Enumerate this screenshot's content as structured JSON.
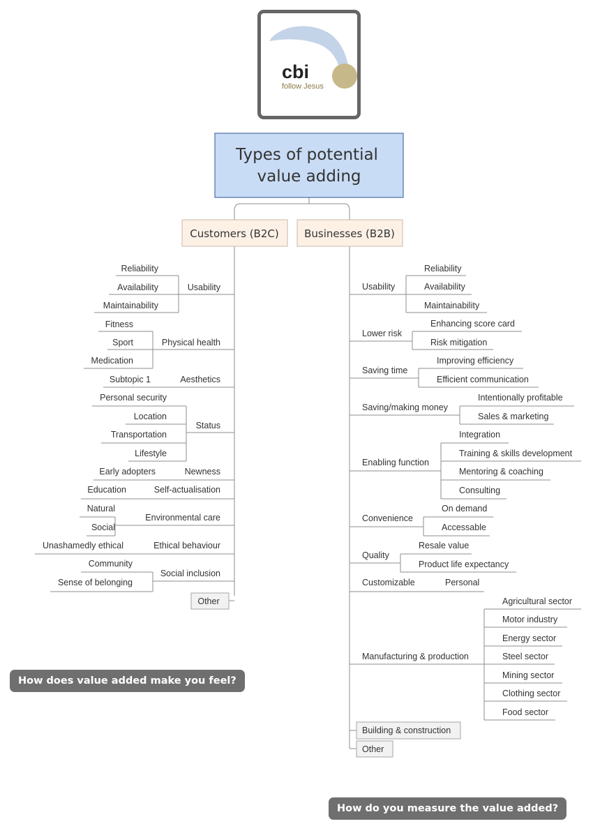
{
  "logo": {
    "brand": "cbi",
    "tagline": "follow Jesus"
  },
  "central_topic": {
    "line1": "Types of potential",
    "line2": "value adding"
  },
  "left_branch": {
    "label": "Customers (B2C)",
    "topics": [
      {
        "label": "Usability",
        "subs": [
          "Reliability",
          "Availability",
          "Maintainability"
        ]
      },
      {
        "label": "Physical health",
        "subs": [
          "Fitness",
          "Sport",
          "Medication"
        ]
      },
      {
        "label": "Aesthetics",
        "subs": [
          "Subtopic 1"
        ]
      },
      {
        "label": "Status",
        "subs": [
          "Personal security",
          "Location",
          "Transportation",
          "Lifestyle"
        ]
      },
      {
        "label": "Newness",
        "subs": [
          "Early adopters"
        ]
      },
      {
        "label": "Self-actualisation",
        "subs": [
          "Education"
        ]
      },
      {
        "label": "Environmental care",
        "subs": [
          "Natural",
          "Social"
        ]
      },
      {
        "label": "Ethical behaviour",
        "subs": [
          "Unashamedly ethical"
        ]
      },
      {
        "label": "Social inclusion",
        "subs": [
          "Community",
          "Sense of belonging"
        ]
      },
      {
        "label": "Other",
        "subs": []
      }
    ]
  },
  "right_branch": {
    "label": "Businesses (B2B)",
    "topics": [
      {
        "label": "Usability",
        "subs": [
          "Reliability",
          "Availability",
          "Maintainability"
        ]
      },
      {
        "label": "Lower risk",
        "subs": [
          "Enhancing score card",
          "Risk mitigation"
        ]
      },
      {
        "label": "Saving time",
        "subs": [
          "Improving efficiency",
          "Efficient communication"
        ]
      },
      {
        "label": "Saving/making money",
        "subs": [
          "Intentionally profitable",
          "Sales & marketing"
        ]
      },
      {
        "label": "Enabling function",
        "subs": [
          "Integration",
          "Training & skills development",
          "Mentoring & coaching",
          "Consulting"
        ]
      },
      {
        "label": "Convenience",
        "subs": [
          "On demand",
          "Accessable"
        ]
      },
      {
        "label": "Quality",
        "subs": [
          "Resale value",
          "Product life expectancy"
        ]
      },
      {
        "label": "Customizable",
        "subs": [
          "Personal"
        ]
      },
      {
        "label": "Manufacturing & production",
        "subs": [
          "Agricultural sector",
          "Motor industry",
          "Energy sector",
          "Steel sector",
          "Mining sector",
          "Clothing sector",
          "Food sector"
        ]
      },
      {
        "label": "Building & construction",
        "subs": []
      },
      {
        "label": "Other",
        "subs": []
      }
    ]
  },
  "callouts": {
    "feel": "How does value added make you feel?",
    "measure": "How do you measure the value added?"
  },
  "colors": {
    "central_fill": "#c9dcf5",
    "central_border": "#2f5597",
    "branch_fill": "#fdf1e6",
    "branch_border": "#c8b8a8",
    "line": "#8c8c8c",
    "callout_bg": "#6f6f6f",
    "box_fill": "#f2f2f2",
    "logo_arc": "#c3d3e8",
    "logo_ball": "#c7b88a"
  },
  "icons": [
    "logo-arc-shape",
    "logo-ball-shape"
  ]
}
